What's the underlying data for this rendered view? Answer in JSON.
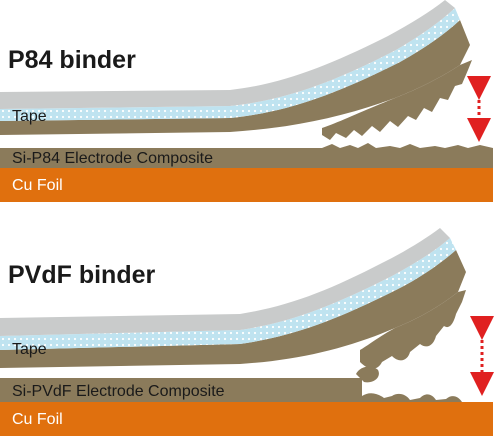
{
  "colors": {
    "tape": "#c9cbcb",
    "dots_layer": "#bfe3f0",
    "composite": "#8b7b5b",
    "cu_foil": "#e0700e",
    "arrow": "#e02020",
    "title_text": "#1a1a1a",
    "label_text": "#1a1a1a",
    "foil_text": "#ffffff"
  },
  "panels": [
    {
      "title": "P84 binder",
      "tape_label": "Tape",
      "composite_label": "Si-P84 Electrode Composite",
      "foil_label": "Cu Foil",
      "arrow_icon": "double-arrow-icon"
    },
    {
      "title": "PVdF binder",
      "tape_label": "Tape",
      "composite_label": "Si-PVdF Electrode Composite",
      "foil_label": "Cu Foil",
      "arrow_icon": "double-arrow-icon"
    }
  ]
}
